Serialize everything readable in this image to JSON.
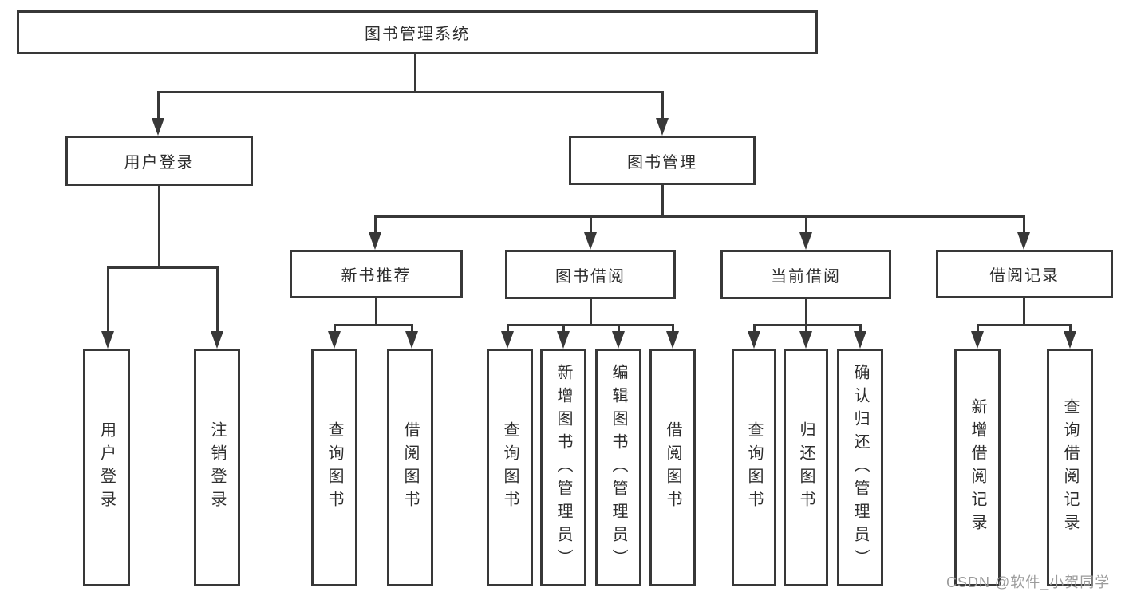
{
  "diagram": {
    "root": {
      "label": "图书管理系统"
    },
    "login_branch": {
      "label": "用户登录",
      "leaves": [
        "用户登录",
        "注销登录"
      ]
    },
    "mgmt_branch": {
      "label": "图书管理",
      "groups": [
        {
          "label": "新书推荐",
          "leaves": [
            "查询图书",
            "借阅图书"
          ]
        },
        {
          "label": "图书借阅",
          "leaves": [
            "查询图书",
            "新增图书（管理员）",
            "编辑图书（管理员）",
            "借阅图书"
          ]
        },
        {
          "label": "当前借阅",
          "leaves": [
            "查询图书",
            "归还图书",
            "确认归还（管理员）"
          ]
        },
        {
          "label": "借阅记录",
          "leaves": [
            "新增借阅记录",
            "查询借阅记录"
          ]
        }
      ]
    }
  },
  "watermark": {
    "text": "CSDN @软件_小贺同学"
  },
  "colors": {
    "stroke": "#383838",
    "text": "#2d2d2d",
    "watermark": "#9b9b9b",
    "background": "#ffffff"
  }
}
